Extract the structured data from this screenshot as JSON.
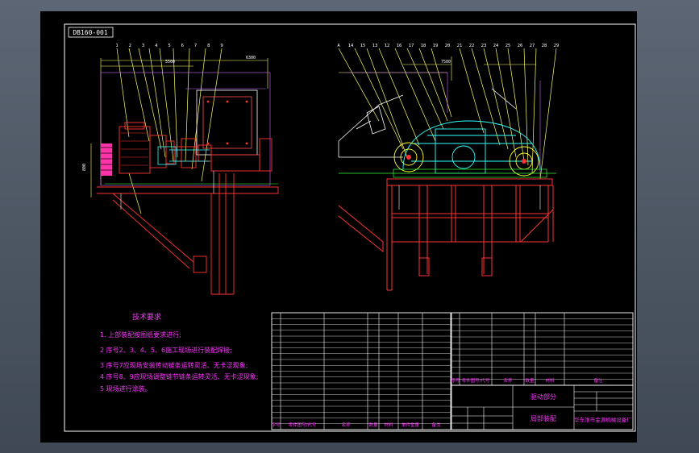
{
  "drawing_number_label": "DB160-001",
  "top_numbers_left": [
    "1",
    "2",
    "3",
    "4",
    "5",
    "6",
    "7",
    "8",
    "9"
  ],
  "top_numbers_right": [
    "A",
    "14",
    "15",
    "13",
    "12",
    "16",
    "17",
    "18",
    "19",
    "20",
    "21",
    "22",
    "23",
    "24",
    "25",
    "26",
    "27",
    "28",
    "29"
  ],
  "dim_labels": [
    "5500",
    "6300",
    "7500",
    "800"
  ],
  "tech_req": {
    "title": "技术要求",
    "lines": [
      "1. 上部装配按图纸要求进行;",
      "2 序号2、3、4、5、6施工现场进行装配焊接;",
      "3 序号7应现场安装传动链条运转灵活、无卡涩现象;",
      "4 序号8、9应现场调整链节链条运转灵活、无卡涩现象;",
      "5 现场进行涂装。"
    ]
  },
  "bom_left_header": [
    "序号",
    "零件图号/代号",
    "名称",
    "数量",
    "材料",
    "单件重量",
    "备注"
  ],
  "bom_right_header": [
    "序号",
    "零件图号/代号",
    "名称",
    "数量",
    "材料",
    "备注"
  ],
  "title_block": {
    "part_label": "驱动部分",
    "assembly_label": "局部装配",
    "company": "华东淮市金源机械设备厂"
  }
}
